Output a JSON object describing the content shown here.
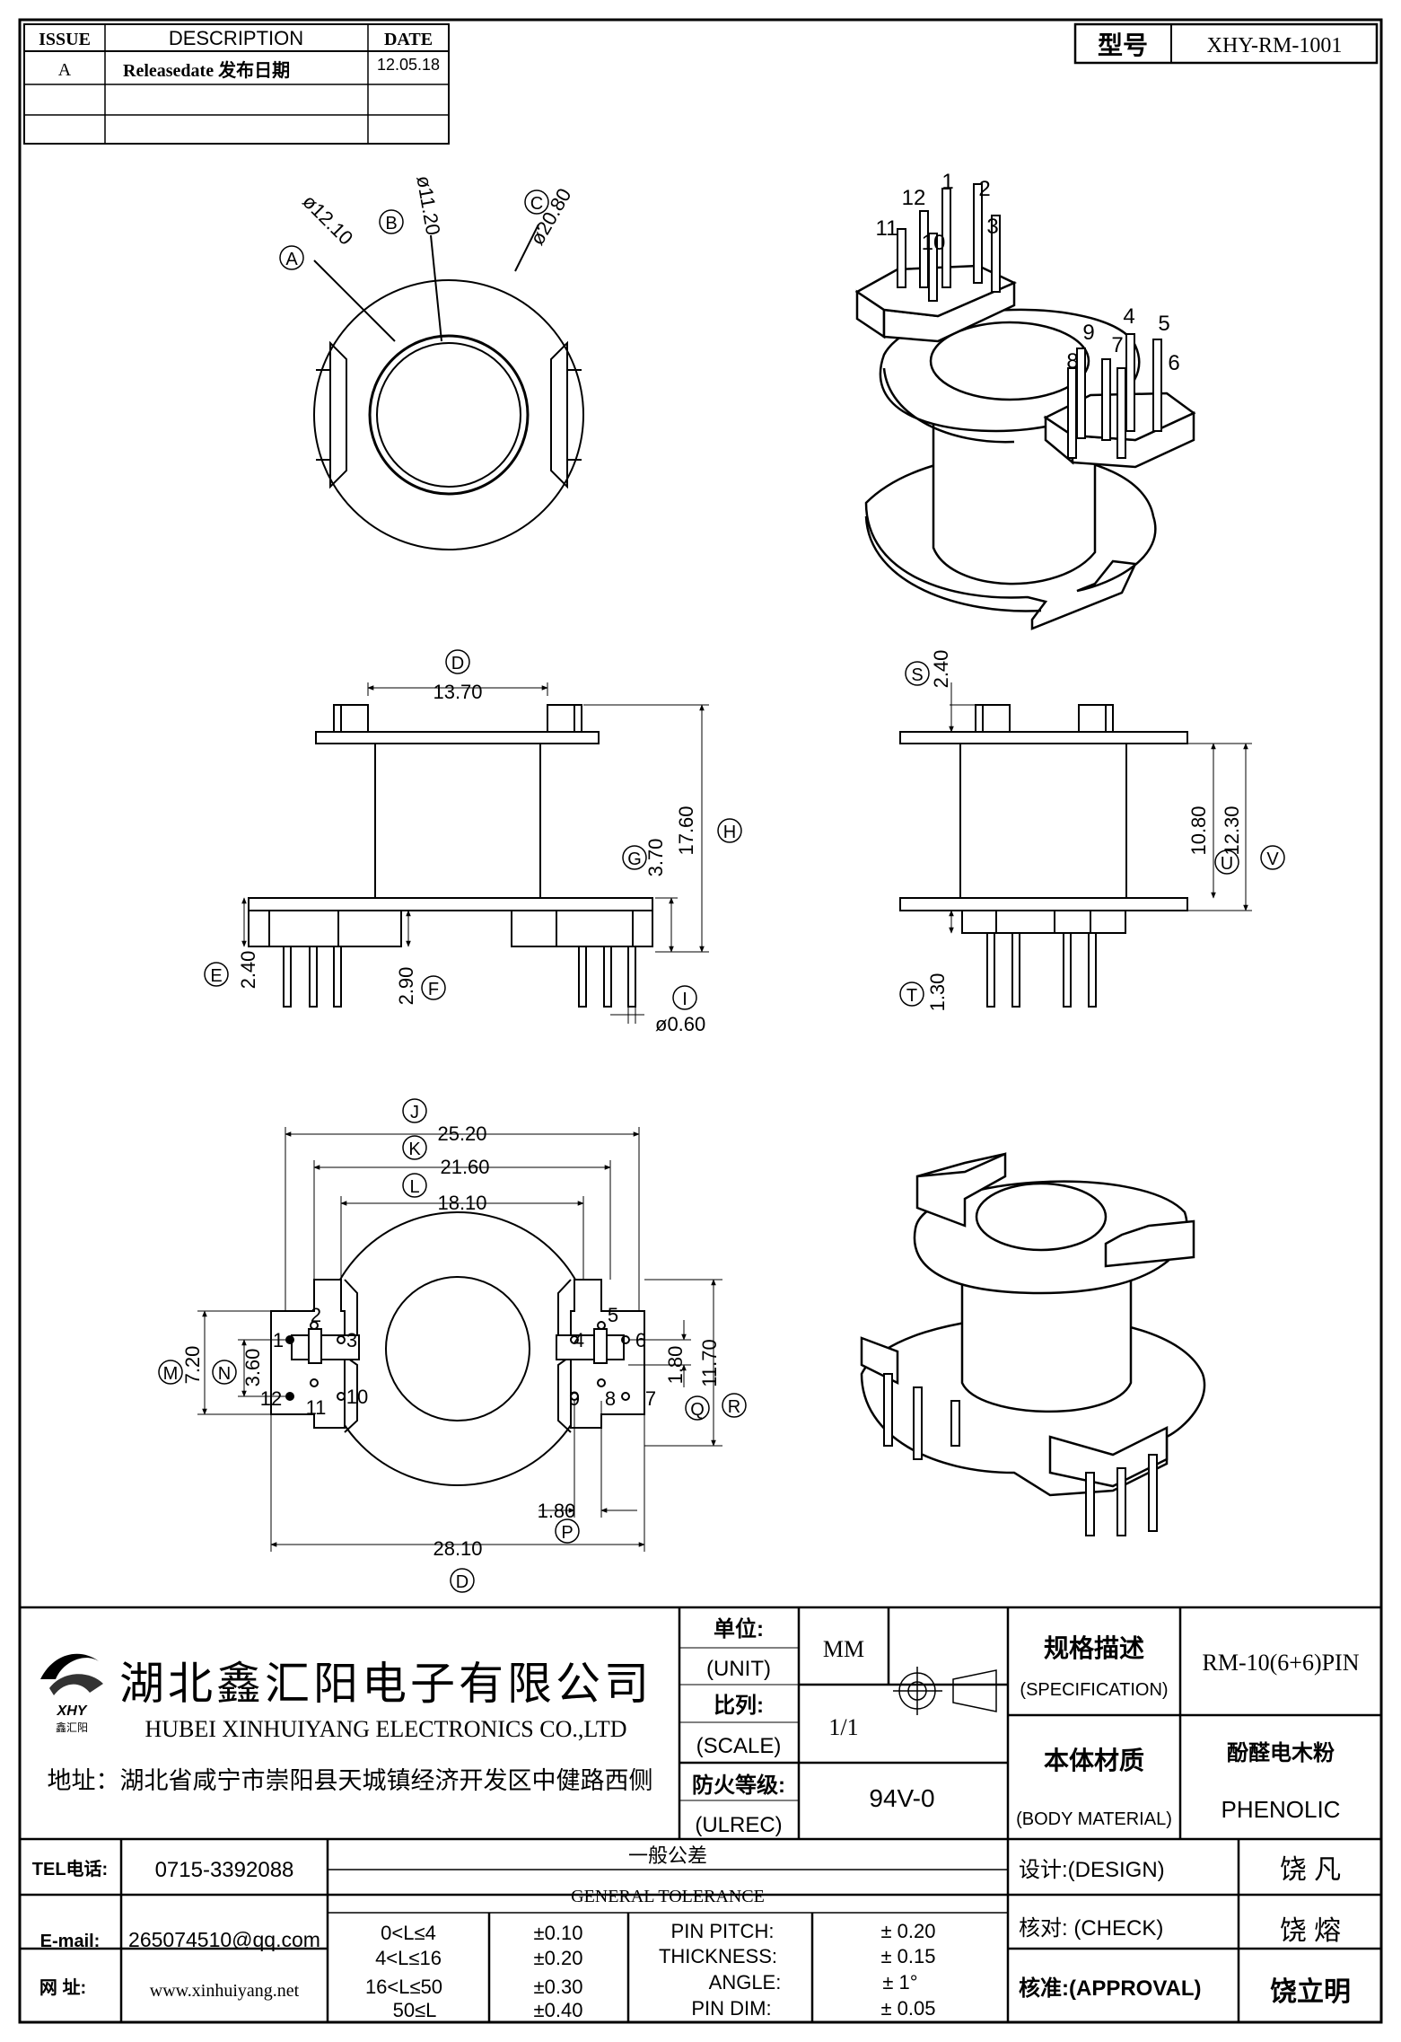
{
  "revision_table": {
    "headers": [
      "ISSUE",
      "DESCRIPTION",
      "DATE"
    ],
    "rows": [
      {
        "issue": "A",
        "description": "Releasedate 发布日期",
        "date": "12.05.18"
      },
      {
        "issue": "",
        "description": "",
        "date": ""
      },
      {
        "issue": "",
        "description": "",
        "date": ""
      }
    ]
  },
  "model": {
    "label": "型号",
    "value": "XHY-RM-1001"
  },
  "dimensions": {
    "A": "ø12.10",
    "B": "ø11.20",
    "C": "ø20.80",
    "D": "13.70",
    "G": "3.70",
    "H": "17.60",
    "E": "2.40",
    "F": "2.90",
    "I": "ø0.60",
    "S": "2.40",
    "U": "10.80",
    "V": "12.30",
    "T": "1.30",
    "J": "25.20",
    "K": "21.60",
    "L": "18.10",
    "M": "7.20",
    "N": "3.60",
    "Q": "1.80",
    "R": "11.70",
    "P": "1.80",
    "D2": "28.10"
  },
  "dim_letters": [
    "A",
    "B",
    "C",
    "D",
    "E",
    "F",
    "G",
    "H",
    "I",
    "J",
    "K",
    "L",
    "M",
    "N",
    "P",
    "Q",
    "R",
    "S",
    "T",
    "U",
    "V",
    "D"
  ],
  "pins_iso": [
    "1",
    "2",
    "3",
    "4",
    "5",
    "6",
    "7",
    "8",
    "9",
    "10",
    "11",
    "12"
  ],
  "pins_bottom": [
    "1",
    "2",
    "3",
    "12",
    "11",
    "10",
    "4",
    "5",
    "6",
    "9",
    "8",
    "7"
  ],
  "company": {
    "logo_text": "XHY",
    "logo_sub": "鑫汇阳",
    "name_cn": "湖北鑫汇阳电子有限公司",
    "name_en": "HUBEI XINHUIYANG ELECTRONICS CO.,LTD",
    "address": "地址：湖北省咸宁市崇阳县天城镇经济开发区中健路西侧"
  },
  "unit": {
    "label_cn": "单位:",
    "label_en": "(UNIT)",
    "value": "MM"
  },
  "scale": {
    "label_cn": "比列:",
    "label_en": "(SCALE)",
    "value": "1/1"
  },
  "ulrec": {
    "label_cn": "防火等级:",
    "label_en": "(ULREC)",
    "value": "94V-0"
  },
  "spec": {
    "label_cn": "规格描述",
    "label_en": "(SPECIFICATION)",
    "value": "RM-10(6+6)PIN"
  },
  "material": {
    "label_cn": "本体材质",
    "label_en": "(BODY MATERIAL)",
    "value_cn": "酚醛电木粉",
    "value_en": "PHENOLIC"
  },
  "contact": {
    "tel_label": "TEL电话:",
    "tel": "0715-3392088",
    "email_label": "E-mail:",
    "email": "265074510@qq.com",
    "web_label": "网  址:",
    "web": "www.xinhuiyang.net"
  },
  "tolerance": {
    "title_cn": "一般公差",
    "title_en": "GENERAL TOLERANCE",
    "ranges": [
      {
        "range": "0<L≤4",
        "tol": "±0.10"
      },
      {
        "range": "4<L≤16",
        "tol": "±0.20"
      },
      {
        "range": "16<L≤50",
        "tol": "±0.30"
      },
      {
        "range": "50≤L",
        "tol": "±0.40"
      }
    ],
    "items": [
      {
        "label": "PIN PITCH:",
        "value": "± 0.20"
      },
      {
        "label": "THICKNESS:",
        "value": "± 0.15"
      },
      {
        "label": "ANGLE:",
        "value": "± 1°"
      },
      {
        "label": "PIN DIM:",
        "value": "± 0.05"
      }
    ]
  },
  "approvals": [
    {
      "label": "设计:(DESIGN)",
      "name": "饶  凡"
    },
    {
      "label": "核对: (CHECK)",
      "name": "饶  熔"
    },
    {
      "label": "核准:(APPROVAL)",
      "name": "饶立明"
    }
  ]
}
